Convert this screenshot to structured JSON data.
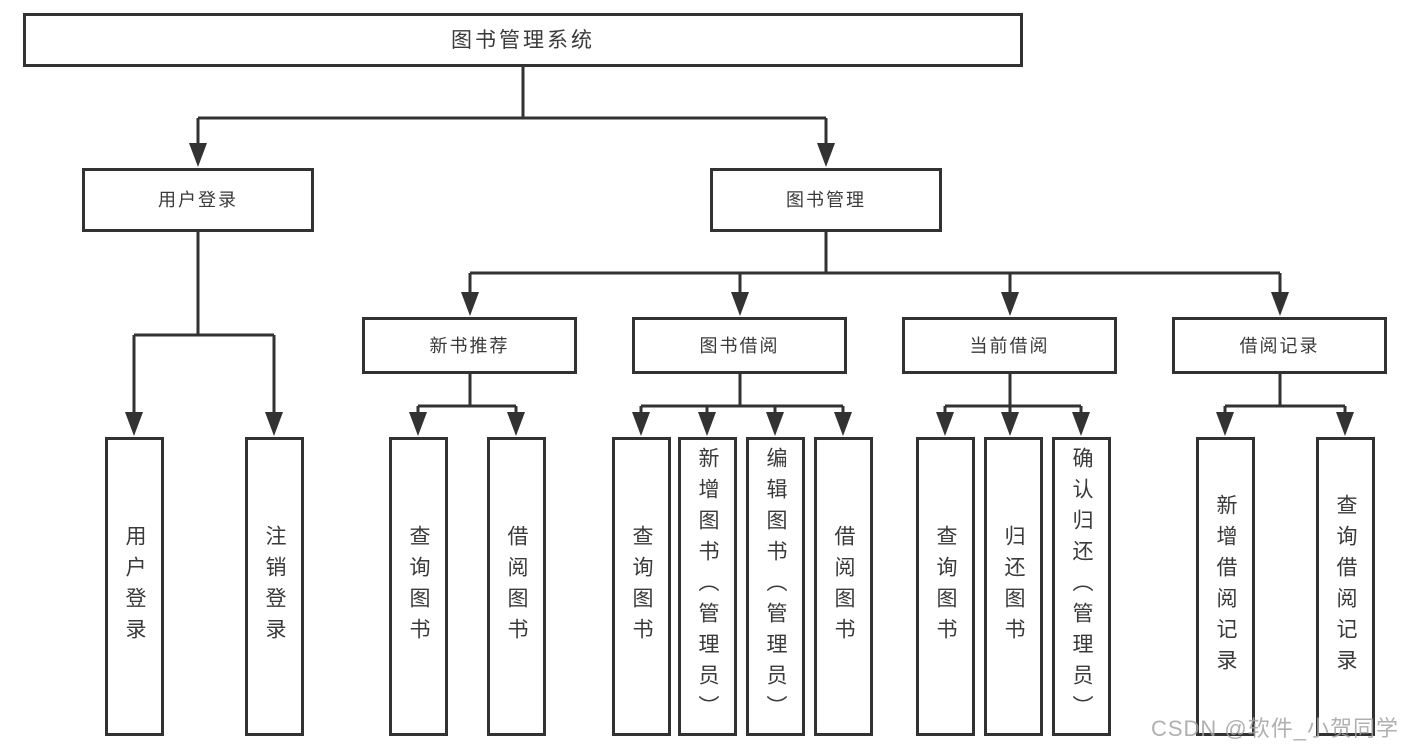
{
  "tree": {
    "label": "图书管理系统",
    "children": [
      {
        "label": "用户登录",
        "children": [
          {
            "label": "用户登录"
          },
          {
            "label": "注销登录"
          }
        ]
      },
      {
        "label": "图书管理",
        "children": [
          {
            "label": "新书推荐",
            "children": [
              {
                "label": "查询图书"
              },
              {
                "label": "借阅图书"
              }
            ]
          },
          {
            "label": "图书借阅",
            "children": [
              {
                "label": "查询图书"
              },
              {
                "label": "新增图书（管理员）"
              },
              {
                "label": "编辑图书（管理员）"
              },
              {
                "label": "借阅图书"
              }
            ]
          },
          {
            "label": "当前借阅",
            "children": [
              {
                "label": "查询图书"
              },
              {
                "label": "归还图书"
              },
              {
                "label": "确认归还（管理员）"
              }
            ]
          },
          {
            "label": "借阅记录",
            "children": [
              {
                "label": "新增借阅记录"
              },
              {
                "label": "查询借阅记录"
              }
            ]
          }
        ]
      }
    ]
  },
  "watermark": {
    "text": "CSDN @软件_小贺同学"
  },
  "colors": {
    "box_border": "#323232",
    "connector_line": "#323232",
    "text": "#3a3a3a",
    "watermark": "#a2a2a2",
    "background": "#ffffff"
  }
}
